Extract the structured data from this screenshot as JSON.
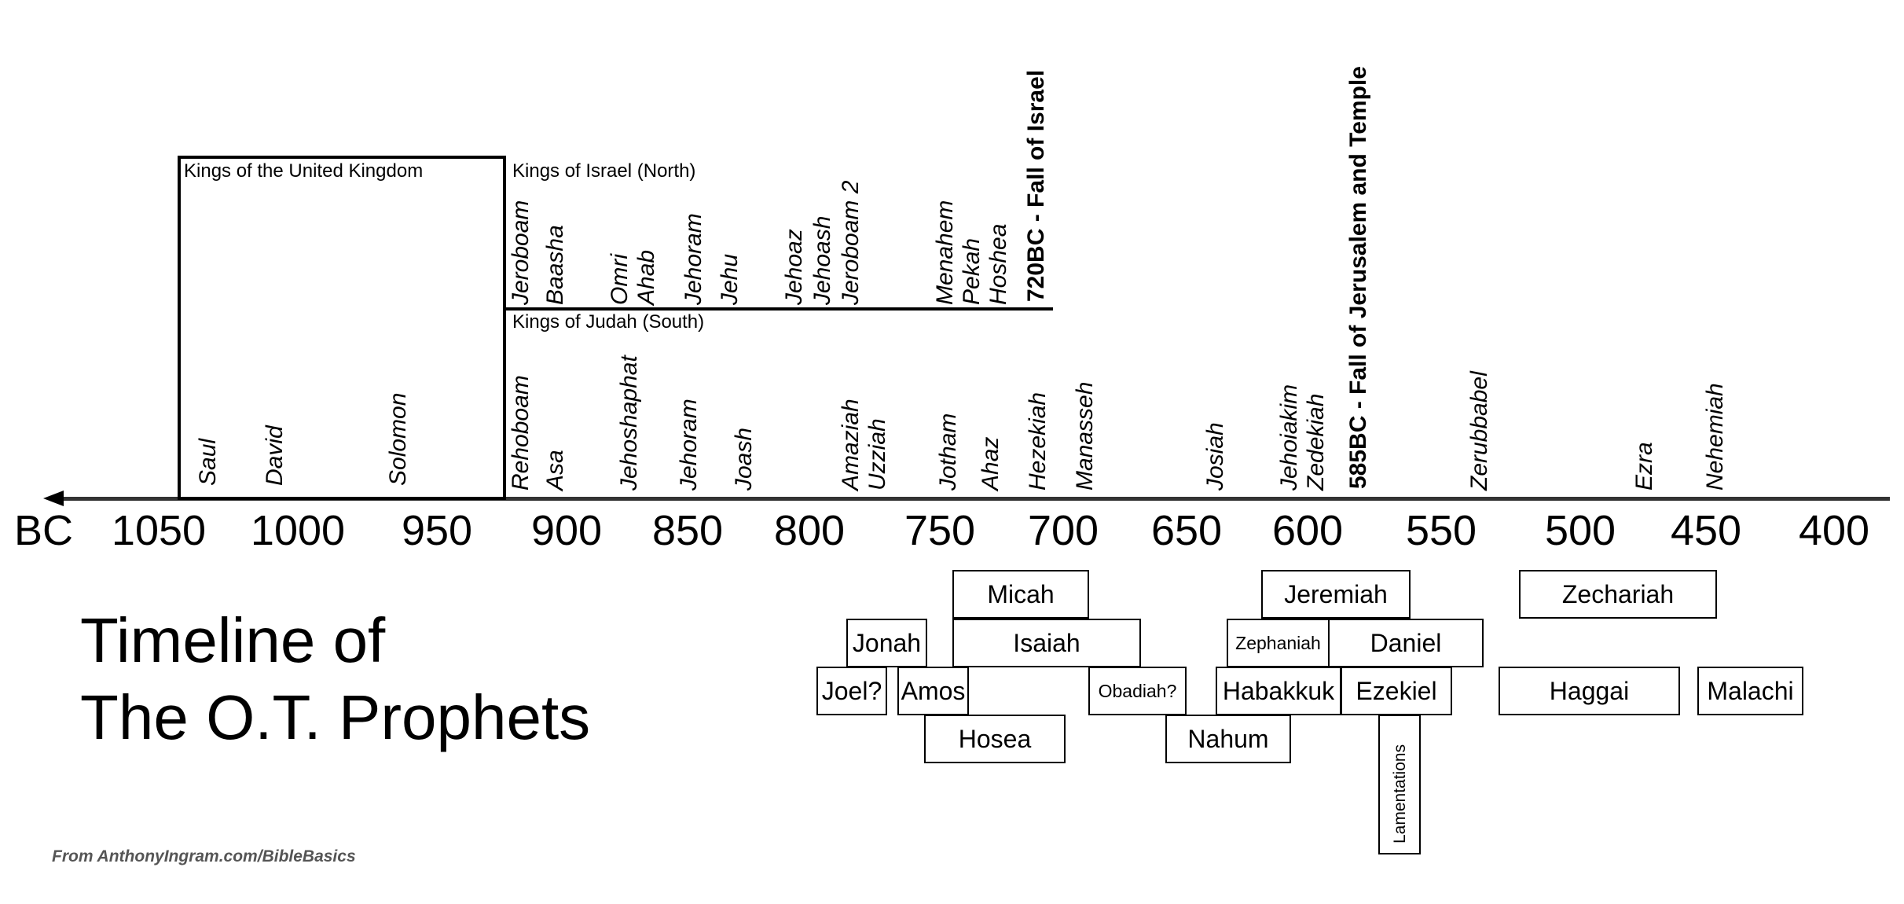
{
  "axis": {
    "era": "BC",
    "ticks": [
      "1050",
      "1000",
      "950",
      "900",
      "850",
      "800",
      "750",
      "700",
      "650",
      "600",
      "550",
      "500",
      "450",
      "400"
    ]
  },
  "kings": {
    "united_label": "Kings of the United Kingdom",
    "israel_label": "Kings of Israel (North)",
    "judah_label": "Kings of Judah (South)",
    "united": [
      "Saul",
      "David",
      "Solomon"
    ],
    "israel": [
      "Jeroboam",
      "Baasha",
      "Omri",
      "Ahab",
      "Jehoram",
      "Jehu",
      "Jehoaz",
      "Jehoash",
      "Jeroboam 2",
      "Menahem",
      "Pekah",
      "Hoshea"
    ],
    "judah": [
      "Rehoboam",
      "Asa",
      "Jehoshaphat",
      "Jehoram",
      "Joash",
      "Amaziah",
      "Uzziah",
      "Jotham",
      "Ahaz",
      "Hezekiah",
      "Manasseh",
      "Josiah",
      "Jehoiakim",
      "Zedekiah",
      "Zerubbabel",
      "Ezra",
      "Nehemiah"
    ]
  },
  "events": {
    "fall_israel": "720BC - Fall of Israel",
    "fall_jerusalem": "585BC - Fall of Jerusalem and Temple"
  },
  "prophets": [
    "Micah",
    "Jeremiah",
    "Zechariah",
    "Jonah",
    "Isaiah",
    "Zephaniah",
    "Daniel",
    "Joel?",
    "Amos",
    "Obadiah?",
    "Habakkuk",
    "Ezekiel",
    "Haggai",
    "Malachi",
    "Hosea",
    "Nahum",
    "Lamentations"
  ],
  "title": {
    "line1": "Timeline of",
    "line2": "The O.T. Prophets"
  },
  "credit": "From AnthonyIngram.com/BibleBasics"
}
